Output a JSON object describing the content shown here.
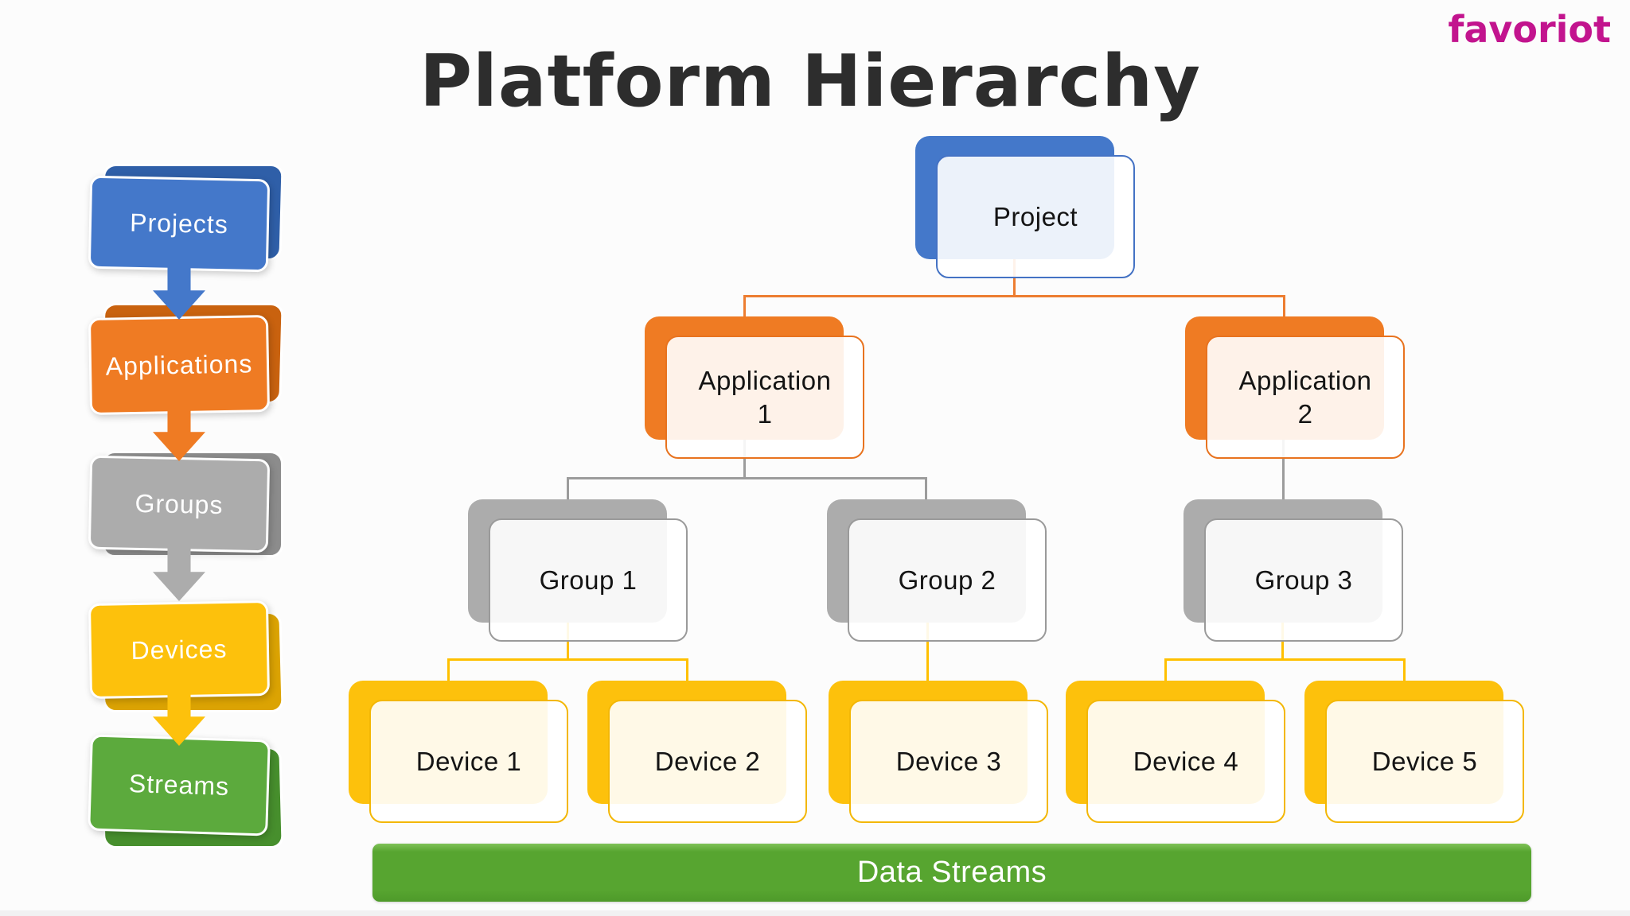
{
  "title": "Platform Hierarchy",
  "brand": {
    "logo_text": "favoriot"
  },
  "colors": {
    "bg": "#fcfcfc",
    "ink": "#141414",
    "title-ink": "#2d2d2d",
    "brand-magenta": "#c2148e",
    "blue": "#4478ca",
    "blue-dark": "#2f5fa8",
    "blue-border": "#4472c4",
    "orange": "#ef7b23",
    "orange-dark": "#c9620f",
    "orange-border": "#e8731f",
    "gray": "#acacac",
    "gray-dark": "#8c8c8c",
    "gray-border": "#9a9a9a",
    "gold": "#fdc10c",
    "gold-dark": "#dba303",
    "gold-border": "#f3b705",
    "green": "#5caa3d",
    "green-dark": "#478f2d",
    "connector-orange": "#ed7d31",
    "connector-gray": "#9c9c9c",
    "connector-gold": "#ffc000",
    "bar-top": "#7fc257",
    "bar-mid": "#57a530",
    "bar-bottom": "#4e9a2a"
  },
  "sidebar": {
    "items": [
      {
        "label": "Projects",
        "color": "#4478ca"
      },
      {
        "label": "Applications",
        "color": "#ef7b23"
      },
      {
        "label": "Groups",
        "color": "#acacac"
      },
      {
        "label": "Devices",
        "color": "#fdc10c"
      },
      {
        "label": "Streams",
        "color": "#5caa3d"
      }
    ]
  },
  "tree": {
    "root": {
      "label": "Project"
    },
    "applications": [
      {
        "label": "Application 1"
      },
      {
        "label": "Application 2"
      }
    ],
    "groups": [
      {
        "label": "Group 1"
      },
      {
        "label": "Group 2"
      },
      {
        "label": "Group 3"
      }
    ],
    "devices": [
      {
        "label": "Device 1"
      },
      {
        "label": "Device 2"
      },
      {
        "label": "Device 3"
      },
      {
        "label": "Device 4"
      },
      {
        "label": "Device 5"
      }
    ],
    "data_streams_label": "Data Streams",
    "edges": [
      [
        "Project",
        "Application 1"
      ],
      [
        "Project",
        "Application 2"
      ],
      [
        "Application 1",
        "Group 1"
      ],
      [
        "Application 1",
        "Group 2"
      ],
      [
        "Application 2",
        "Group 3"
      ],
      [
        "Group 1",
        "Device 1"
      ],
      [
        "Group 1",
        "Device 2"
      ],
      [
        "Group 2",
        "Device 3"
      ],
      [
        "Group 3",
        "Device 4"
      ],
      [
        "Group 3",
        "Device 5"
      ],
      [
        "Devices",
        "Data Streams"
      ]
    ]
  }
}
